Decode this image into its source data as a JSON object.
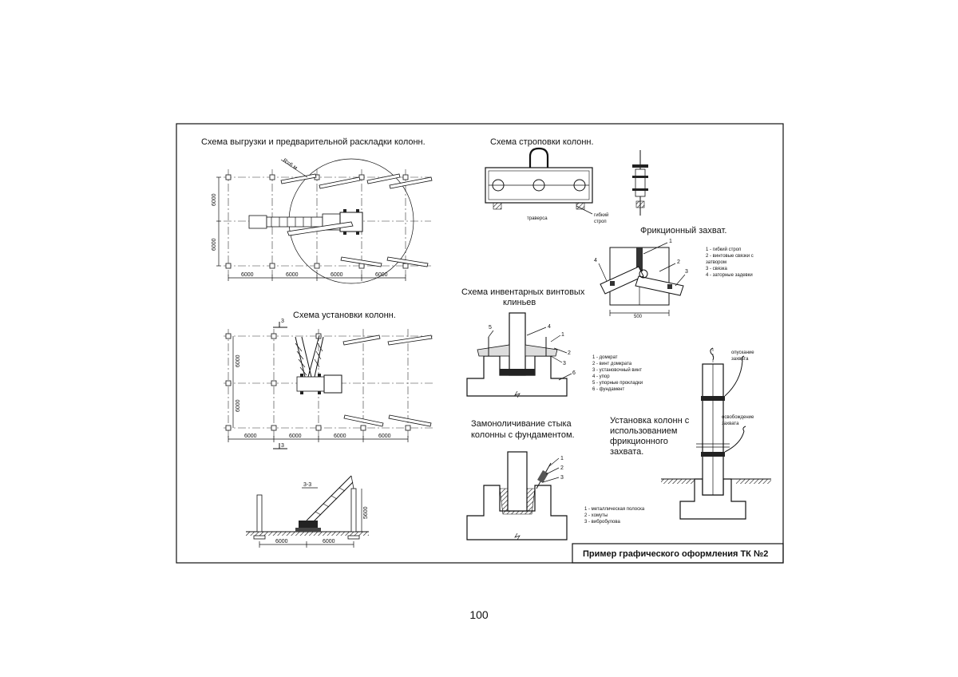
{
  "sheet": {
    "title": "Пример графического оформления ТК №2",
    "page_number": "100"
  },
  "unloading": {
    "title": "Схема выгрузки и предварительной раскладки колонн.",
    "radius_label": "R=6 м",
    "dims_horizontal": [
      "6000",
      "6000",
      "6000",
      "6000"
    ],
    "dims_vertical": [
      "6000",
      "6000"
    ]
  },
  "installation": {
    "title": "Схема установки колонн.",
    "section_mark": "3",
    "dims_horizontal": [
      "6000",
      "6000",
      "6000",
      "6000"
    ],
    "dims_vertical": [
      "6000",
      "6000"
    ]
  },
  "section": {
    "label": "3-3",
    "height_dim": "5600",
    "dims_horizontal": [
      "6000",
      "6000"
    ]
  },
  "slinging": {
    "title": "Схема строповки колонн.",
    "traverse_label": "траверса",
    "sling_label_1": "гибкий",
    "sling_label_2": "строп"
  },
  "friction": {
    "title": "Фрикционный захват.",
    "dim": "500",
    "callouts": [
      "1",
      "2",
      "3",
      "4"
    ],
    "legend": [
      "1 - гибкий строп",
      "2 - винтовые связки с",
      "затвором",
      "3 - связка",
      "4 - заторные задевки"
    ]
  },
  "wedges": {
    "title_line1": "Схема инвентарных винтовых",
    "title_line2": "клиньев",
    "callouts": [
      "1",
      "2",
      "3",
      "4",
      "5",
      "6"
    ],
    "legend": [
      "1 - домкрат",
      "2 - винт домкрата",
      "3 - установочный винт",
      "4 - упор",
      "5 - упорные прокладки",
      "6 - фундамент"
    ]
  },
  "grouting": {
    "title_line1": "Замоноличивание стыка",
    "title_line2": "колонны с фундаментом.",
    "callouts": [
      "1",
      "2",
      "3"
    ],
    "legend": [
      "1 - металлическая полоска",
      "2 - хомуты",
      "3 - вибробулова"
    ]
  },
  "install_friction": {
    "title_line1": "Установка колонн с",
    "title_line2": "использованием",
    "title_line3": "фрикционного",
    "title_line4": "захвата.",
    "label_lower_1": "опускание",
    "label_lower_2": "захвата",
    "label_release_1": "освобождение",
    "label_release_2": "захвата"
  }
}
